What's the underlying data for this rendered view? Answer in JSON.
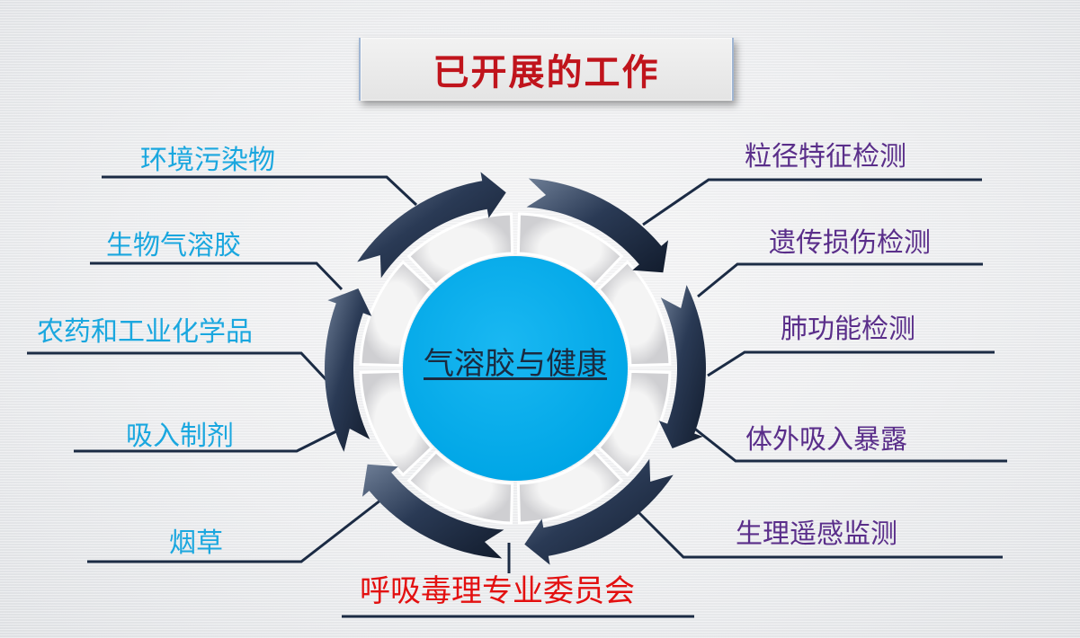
{
  "title": "已开展的工作",
  "center": "气溶胶与健康",
  "left_items": [
    "环境污染物",
    "生物气溶胶",
    "农药和工业化学品",
    "吸入制剂",
    "烟草"
  ],
  "right_items": [
    "粒径特征检测",
    "遗传损伤检测",
    "肺功能检测",
    "体外吸入暴露",
    "生理遥感监测"
  ],
  "bottom": "呼吸毒理专业委员会",
  "colors": {
    "title": "#c0141c",
    "left_text": "#1aa7df",
    "right_text": "#5a2e8a",
    "bottom_text": "#e31010",
    "center_circle": "#00aeef",
    "arrow_ring": "#1e2c42",
    "lines": "#1b2b44"
  }
}
